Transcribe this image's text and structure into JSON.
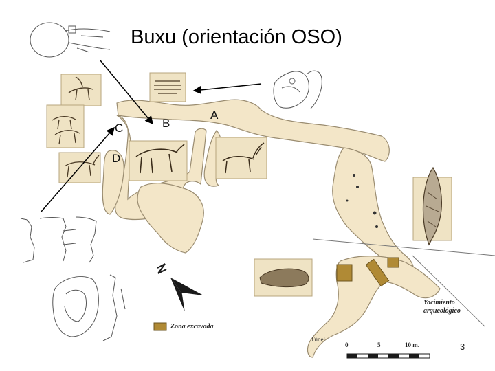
{
  "title": "Buxu (orientación OSO)",
  "zones": {
    "a": "A",
    "b": "B",
    "c": "C",
    "d": "D"
  },
  "legend": {
    "label": "Zona excavada"
  },
  "site_label": "Yacimiento arqueológico",
  "tunnel_label": "Túnel",
  "scale": {
    "tick_0": "0",
    "tick_5": "5",
    "tick_10": "10 m."
  },
  "slide_number": "3",
  "colors": {
    "cave_fill": "#f3e6c8",
    "cave_outline": "#9a8c70",
    "excavated_zone": "#b08a35",
    "photo_frame": "#efe3c4"
  },
  "icons": {
    "north_arrow": "north-arrow-icon"
  }
}
